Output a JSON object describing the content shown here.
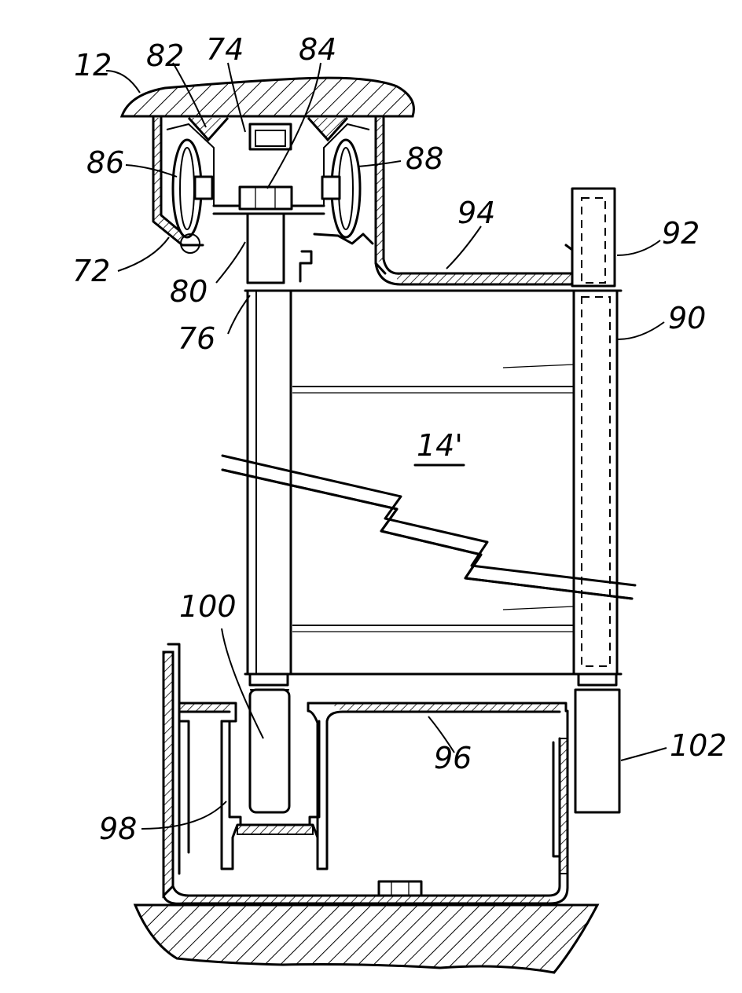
{
  "figure": {
    "labels": {
      "l12": "12",
      "l82": "82",
      "l74": "74",
      "l84": "84",
      "l86": "86",
      "l88": "88",
      "l94": "94",
      "l92": "92",
      "l72": "72",
      "l80": "80",
      "l76": "76",
      "l90": "90",
      "l14": "14'",
      "l100": "100",
      "l96": "96",
      "l102": "102",
      "l98": "98"
    }
  }
}
